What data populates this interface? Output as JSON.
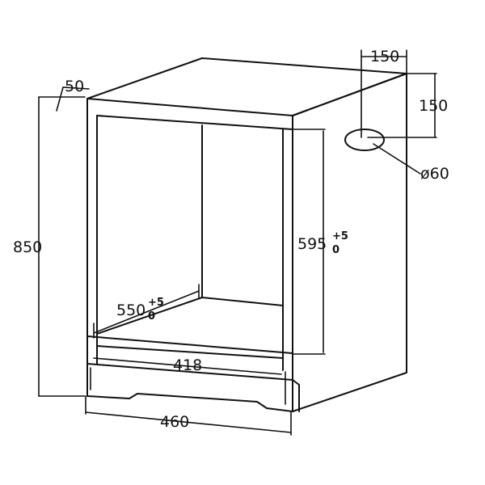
{
  "dimensions": {
    "niche_depth_small": "50",
    "total_height": "850",
    "duct_offset_x": "150",
    "duct_offset_y": "150",
    "duct_diameter": "ø60",
    "niche_height_main": "595",
    "niche_height_tol_upper": "+5",
    "niche_height_tol_lower": "0",
    "niche_depth_main": "550",
    "niche_depth_tol_upper": "+5",
    "niche_depth_tol_lower": "0",
    "inner_width": "418",
    "outer_width": "460"
  }
}
